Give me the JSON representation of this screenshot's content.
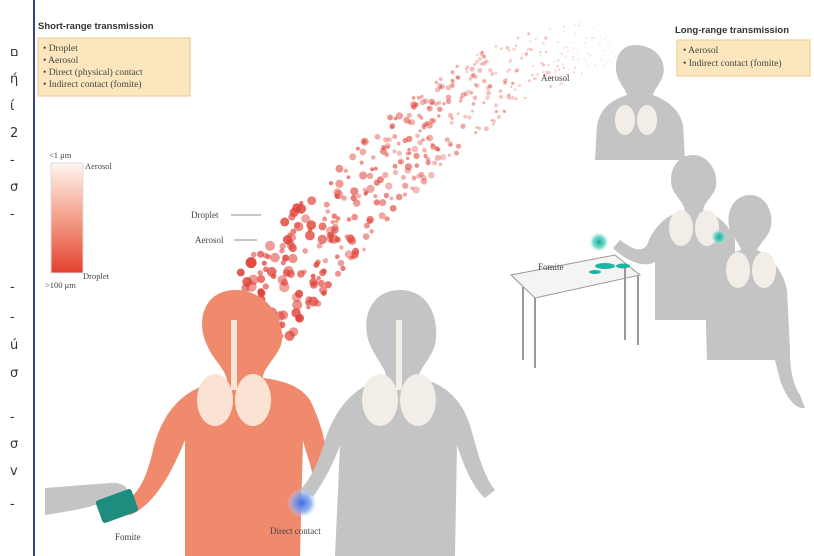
{
  "sidebar": {
    "glyphs": [
      "ם",
      "ή",
      "ί",
      "2",
      "-",
      "σ",
      "-",
      "-",
      "-",
      "ú",
      "σ",
      "-",
      "σ",
      "v",
      "-"
    ]
  },
  "short_range": {
    "title": "Short-range transmission",
    "items": [
      "• Droplet",
      "• Aerosol",
      "• Direct (physical) contact",
      "• Indirect contact (fomite)"
    ]
  },
  "long_range": {
    "title": "Long-range transmission",
    "items": [
      "• Aerosol",
      "• Indirect contact (fomite)"
    ]
  },
  "scale": {
    "top_size": "<1 μm",
    "top_label": "Aerosol",
    "bottom_size": ">100 μm",
    "bottom_label": "Droplet"
  },
  "labels": {
    "droplet": "Droplet",
    "aerosol": "Aerosol",
    "aerosol_top": "Aerosol",
    "fomite_table": "Fomite",
    "fomite_bottom": "Fomite",
    "direct_contact": "Direct contact"
  },
  "colors": {
    "infected": "#f08a6c",
    "healthy": "#c4c4c4",
    "droplet": "#e0443a",
    "virus": "#1ab5a5",
    "box_fill": "#fbe6bd",
    "box_border": "#e8c98a"
  }
}
